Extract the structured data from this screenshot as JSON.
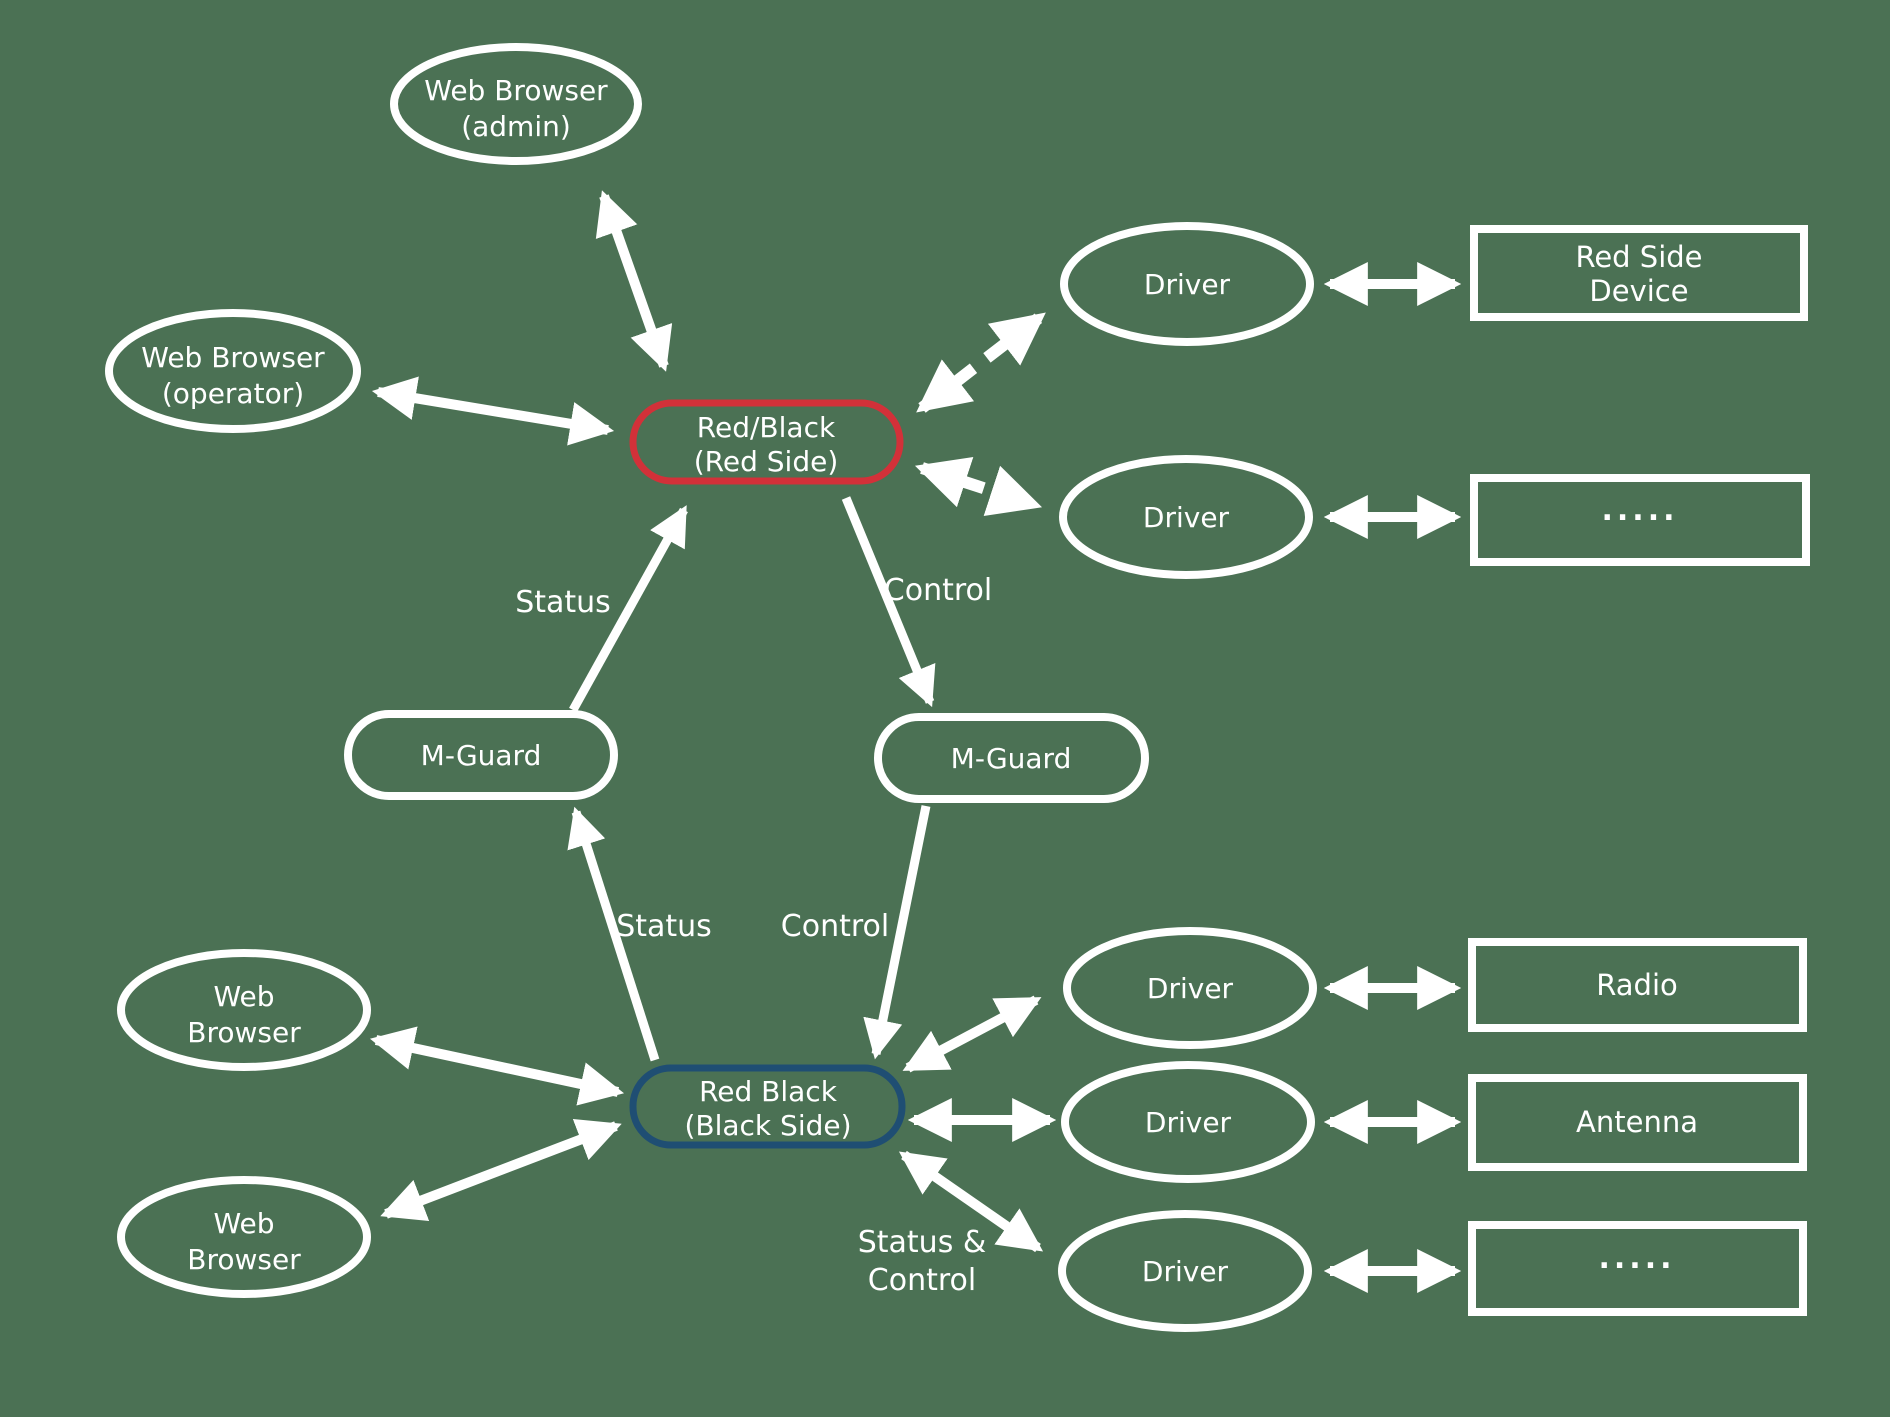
{
  "colors": {
    "background": "#4b7154",
    "line": "#ffffff",
    "red_accent": "#d23139",
    "navy_accent": "#1f4e73"
  },
  "nodes": {
    "web_browser_admin": {
      "line1": "Web Browser",
      "line2": "(admin)"
    },
    "web_browser_operator": {
      "line1": "Web Browser",
      "line2": "(operator)"
    },
    "red_side_gateway": {
      "line1": "Red/Black",
      "line2": "(Red Side)"
    },
    "black_side_gateway": {
      "line1": "Red Black",
      "line2": "(Black Side)"
    },
    "m_guard_left": {
      "label": "M-Guard"
    },
    "m_guard_right": {
      "label": "M-Guard"
    },
    "driver_red_1": {
      "label": "Driver"
    },
    "driver_red_2": {
      "label": "Driver"
    },
    "red_side_device": {
      "line1": "Red Side",
      "line2": "Device"
    },
    "red_side_more": {
      "label": "....."
    },
    "web_browser_black_1": {
      "line1": "Web",
      "line2": "Browser"
    },
    "web_browser_black_2": {
      "line1": "Web",
      "line2": "Browser"
    },
    "driver_black_radio": {
      "label": "Driver"
    },
    "driver_black_antenna": {
      "label": "Driver"
    },
    "driver_black_more": {
      "label": "Driver"
    },
    "radio_device": {
      "label": "Radio"
    },
    "antenna_device": {
      "label": "Antenna"
    },
    "black_side_more": {
      "label": "....."
    }
  },
  "edge_labels": {
    "status_upper": "Status",
    "control_upper": "Control",
    "status_lower": "Status",
    "control_lower": "Control",
    "status_control_line1": "Status &",
    "status_control_line2": "Control"
  }
}
